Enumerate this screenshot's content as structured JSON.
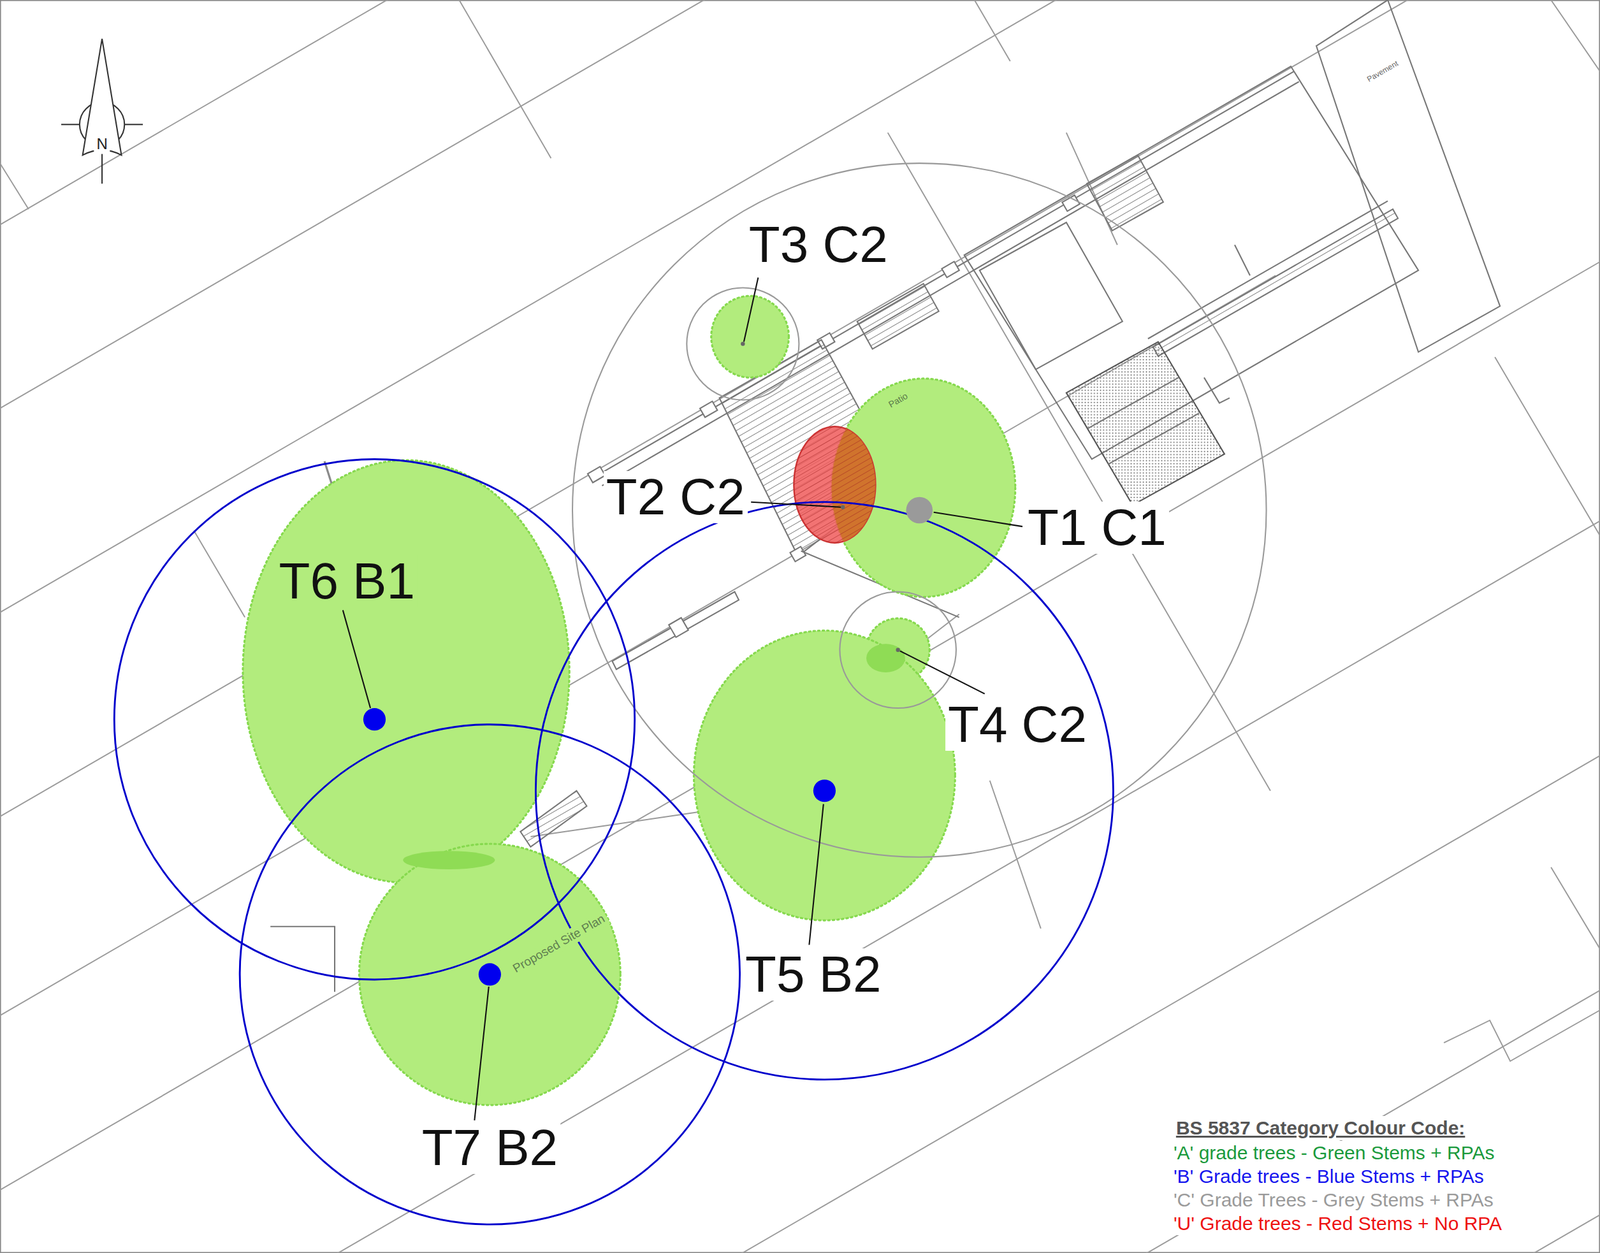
{
  "diagram": {
    "labels": [
      "N",
      "T3 C2",
      "T2 C2",
      "T1 C1",
      "T4 C2",
      "T5 B2",
      "T6 B1",
      "T7 B2",
      "Patio",
      "Pavement",
      "Proposed Site Plan",
      "BS 5837 Category Colour Code:"
    ],
    "legend": [
      {
        "text": "'A' grade trees - Green Stems + RPAs",
        "color": "#1a9a3c"
      },
      {
        "text": "'B' Grade trees - Blue Stems + RPAs",
        "color": "#1515ee"
      },
      {
        "text": "'C' Grade Trees - Grey Stems + RPAs",
        "color": "#9a9a9a"
      },
      {
        "text": "'U' Grade trees - Red Stems + No RPA",
        "color": "#ee1111"
      }
    ]
  }
}
